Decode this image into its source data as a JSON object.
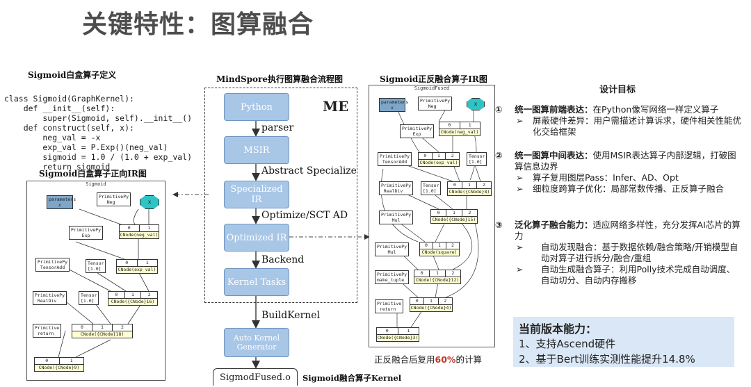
{
  "title": "关键特性：图算融合",
  "left": {
    "caption_def": "Sigmoid白盒算子定义",
    "code": [
      {
        "t": "class Sigmoid(GraphKernel):"
      },
      {
        "t": "    def __init__(self):"
      },
      {
        "t": "        super(Sigmoid, self).__init__()"
      },
      {
        "t": "    def construct(self, x):"
      },
      {
        "t": "        neg_val = -x"
      },
      {
        "t": "        exp_val = P.Exp()(neg_val)"
      },
      {
        "t": "        sigmoid = 1.0 / (1.0 + exp_val)"
      },
      {
        "t": "        return sigmoid"
      }
    ],
    "caption_ir": "Sigmoid白盒算子正向IR图",
    "ir_title": "Sigmoid"
  },
  "middle": {
    "caption": "MindSpore执行图算融合流程图",
    "me_label": "ME",
    "boxes": [
      "Python",
      "MSIR",
      "Specialized IR",
      "Optimized IR",
      "Kernel Tasks",
      "Auto Kernel Generator"
    ],
    "edges": [
      "parser",
      "Abstract Specialize",
      "Optimize/SCT AD",
      "Backend",
      "BuildKernel"
    ],
    "output_box": "SigmodFused.o",
    "output_caption": "Sigmoid融合算子Kernel"
  },
  "right_ir": {
    "caption": "Sigmoid正反融合算子IR图",
    "ir_title": "SigmoidFused",
    "footer_pre": "正反融合后复用",
    "footer_pct": "60%",
    "footer_post": "的计算"
  },
  "goals": {
    "heading": "设计目标",
    "items": [
      {
        "num": "①",
        "head": "统一图算前端表达：",
        "text": "在Python像写网络一样定义算子",
        "subs": [
          "屏蔽硬件差异：用户需描述计算诉求，硬件相关性能优化交给框架"
        ]
      },
      {
        "num": "②",
        "head": "统一图算中间表达：",
        "text": "使用MSIR表达算子内部逻辑，打破图算信息边界",
        "subs": [
          "算子复用图层Pass：Infer、AD、Opt",
          "细粒度跨算子优化：局部常数传播、正反算子融合"
        ]
      },
      {
        "num": "③",
        "head": "泛化算子融合能力：",
        "text": "适应网络多样性，充分发挥AI芯片的算力",
        "subs": [
          "自动发现融合：基于数据依赖/融合策略/开销模型自动对算子进行拆分/融合/重组",
          "自动生成融合算子：利用Polly技术完成自动调度、自动切分、自动内存搬移"
        ]
      }
    ]
  },
  "capability": {
    "heading": "当前版本能力：",
    "items": [
      "1、支持Ascend硬件",
      "2、基于Bert训练实测性能提升14.8%"
    ]
  },
  "colors": {
    "flow_box": "#a8c6e6",
    "param_node": "#7fa6c8",
    "input_node": "#2ec4c4",
    "cnode_fill": "#ffffd0",
    "highlight": "#c0392b",
    "capability_bg": "#d9e7f6"
  }
}
